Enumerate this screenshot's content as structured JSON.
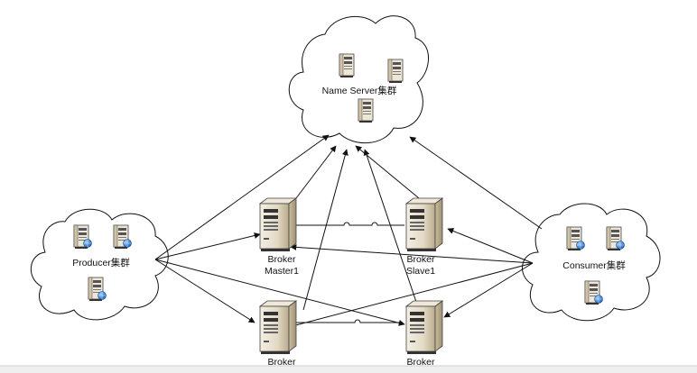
{
  "nodes": {
    "name_server": {
      "label": "Name Server集群"
    },
    "producer": {
      "label": "Producer集群"
    },
    "consumer": {
      "label": "Consumer集群"
    },
    "broker_master1": {
      "label_line1": "Broker",
      "label_line2": "Master1"
    },
    "broker_slave1": {
      "label_line1": "Broker",
      "label_line2": "Slave1"
    },
    "broker_bottom_left": {
      "label_line1": "Broker"
    },
    "broker_bottom_right": {
      "label_line1": "Broker"
    }
  },
  "icons": {
    "server": "server-icon",
    "server_globe": "server-globe-icon",
    "tower": "tower-server-icon"
  },
  "colors": {
    "line": "#111111",
    "server_body": "#d8ccb4",
    "globe": "#2f74c9"
  }
}
